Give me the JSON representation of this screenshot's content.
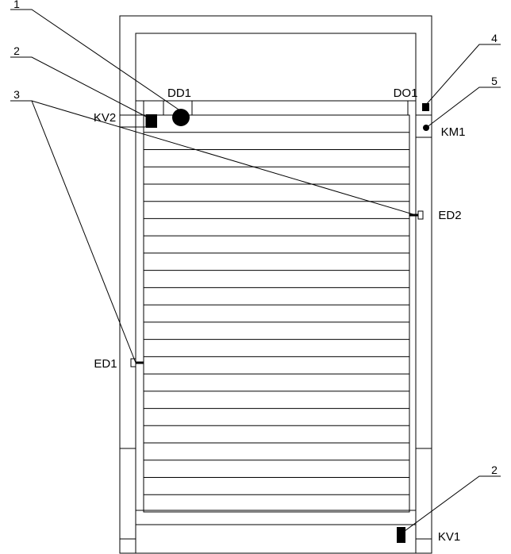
{
  "diagram": {
    "callout_numbers": {
      "n1": "1",
      "n2_top": "2",
      "n3": "3",
      "n4": "4",
      "n5": "5",
      "n2_bottom": "2"
    },
    "component_labels": {
      "dd1": "DD1",
      "do1": "DO1",
      "kv2": "KV2",
      "km1": "KM1",
      "ed2": "ED2",
      "ed1": "ED1",
      "kv1": "KV1"
    },
    "slat_count": 23
  }
}
